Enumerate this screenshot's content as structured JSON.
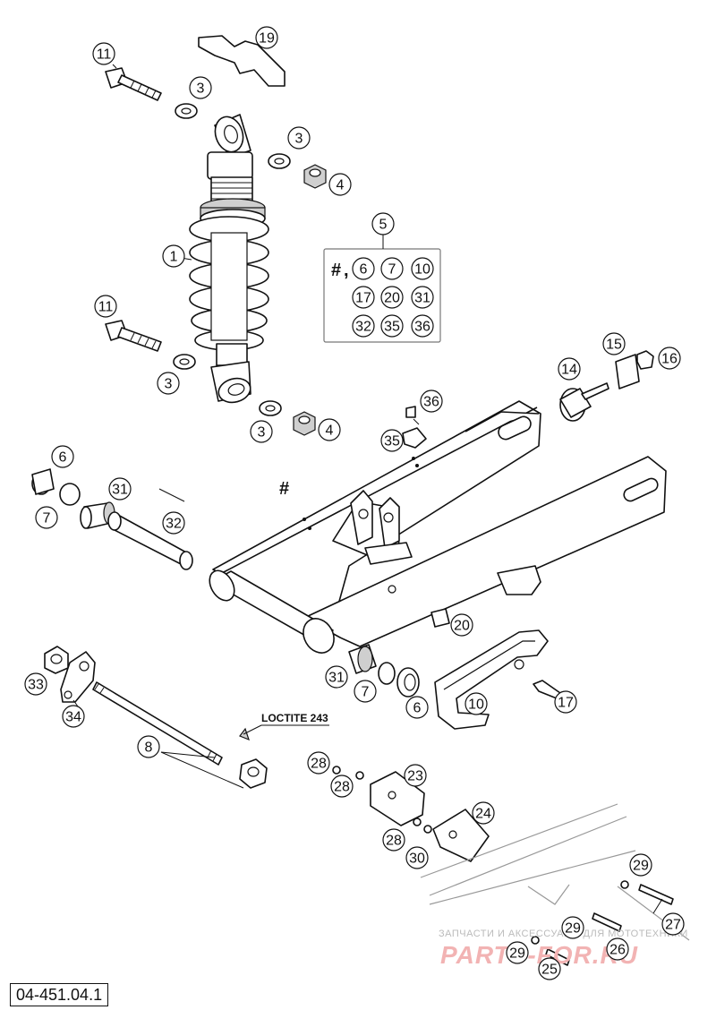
{
  "diagram": {
    "reference_code": "04-451.04.1",
    "annotation": "LOCTITE 243",
    "kit_marker": "#",
    "kit_separator": ",",
    "kit_number": "5",
    "kit_items": [
      "6",
      "7",
      "10",
      "17",
      "20",
      "31",
      "32",
      "35",
      "36"
    ],
    "frame_marker": "#",
    "watermark_line1": "ЗАПЧАСТИ И АКСЕССУАРЫ ДЛЯ МОТОТЕХНИКИ",
    "watermark_line2": "PARTS-FOR.RU",
    "callouts": [
      "19",
      "11",
      "3",
      "3",
      "4",
      "1",
      "11",
      "3",
      "3",
      "4",
      "14",
      "15",
      "16",
      "36",
      "35",
      "6",
      "7",
      "31",
      "32",
      "20",
      "33",
      "34",
      "31",
      "7",
      "6",
      "10",
      "17",
      "8",
      "28",
      "28",
      "23",
      "24",
      "28",
      "30",
      "29",
      "29",
      "29",
      "26",
      "27",
      "25"
    ]
  }
}
